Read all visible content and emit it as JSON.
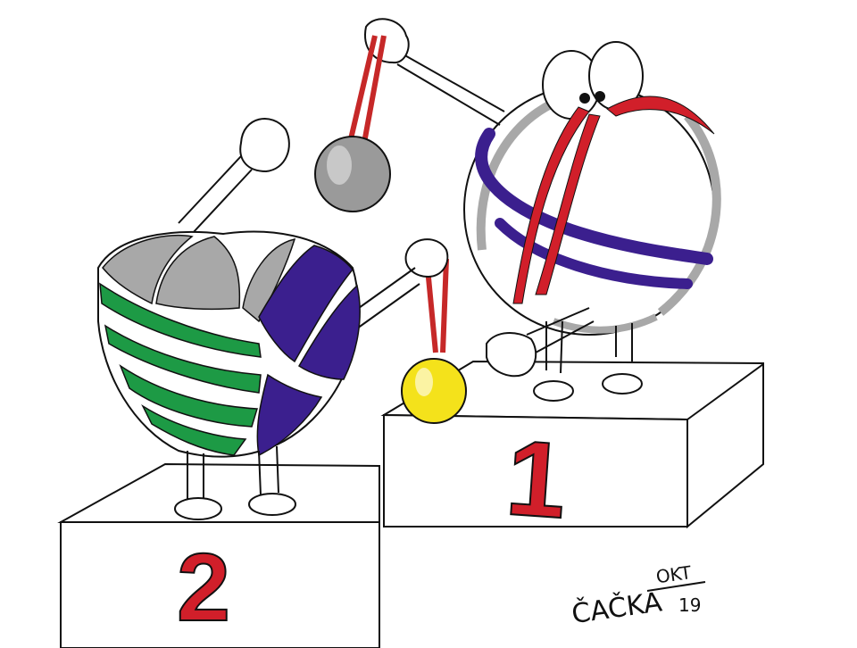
{
  "podium": {
    "first_place_number": "1",
    "second_place_number": "2",
    "number_color": "#d11f2a"
  },
  "medals": {
    "gold_color": "#f4e21b",
    "silver_color": "#9a9a9a",
    "ribbon_color": "#c62828"
  },
  "characters": {
    "green_ball_stripe_color": "#1d9a45",
    "purple_stripe_color": "#3b1f8e",
    "outline_color": "#111111"
  },
  "signature": {
    "name": "ČAČKA",
    "month": "OKT",
    "year": "19"
  }
}
